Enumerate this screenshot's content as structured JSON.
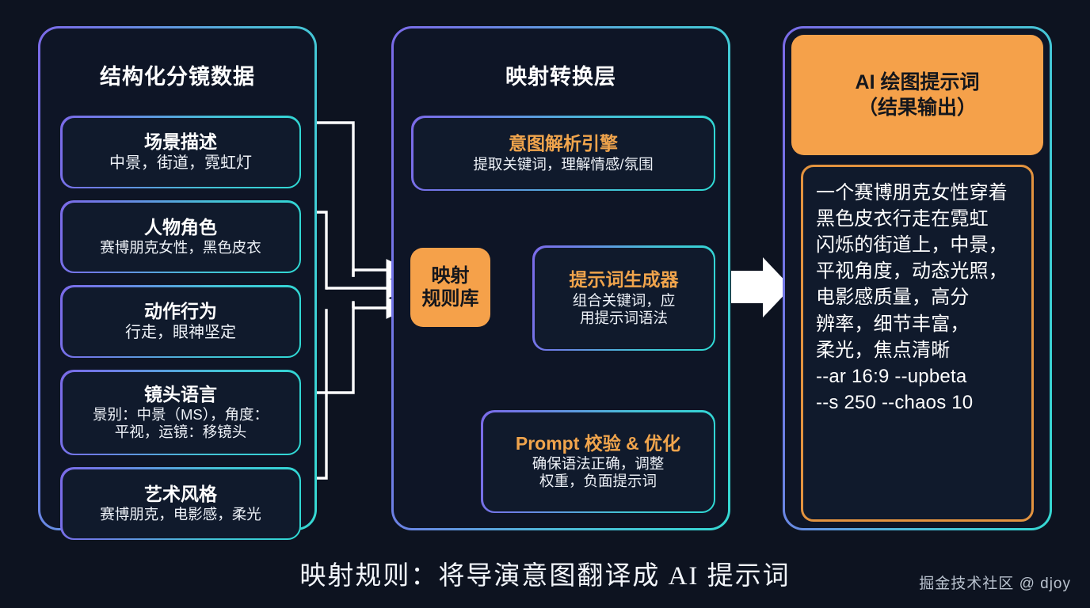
{
  "background_color": "#0d1320",
  "accent_orange": "#f5a14a",
  "accent_purple": "#7b6ae8",
  "accent_cyan": "#35d8d2",
  "left_panel": {
    "title": "结构化分镜数据",
    "cards": [
      {
        "title": "场景描述",
        "sub": "中景，街道，霓虹灯"
      },
      {
        "title": "人物角色",
        "sub": "赛博朋克女性，黑色皮衣"
      },
      {
        "title": "动作行为",
        "sub": "行走，眼神坚定"
      },
      {
        "title": "镜头语言",
        "sub": "景别：中景（MS），角度：\n平视，运镜：移镜头"
      },
      {
        "title": "艺术风格",
        "sub": "赛博朋克，电影感，柔光"
      }
    ]
  },
  "middle_panel": {
    "title": "映射转换层",
    "rule_box": {
      "line1": "映射",
      "line2": "规则库"
    },
    "cards": [
      {
        "title": "意图解析引擎",
        "sub": "提取关键词，理解情感/氛围"
      },
      {
        "title": "提示词生成器",
        "sub": "组合关键词，应\n用提示词语法"
      },
      {
        "title": "Prompt 校验 & 优化",
        "sub": "确保语法正确，调整\n权重，负面提示词"
      }
    ]
  },
  "right_panel": {
    "header_line1": "AI 绘图提示词",
    "header_line2": "（结果输出）",
    "output_text": "一个赛博朋克女性穿着\n黑色皮衣行走在霓虹\n闪烁的街道上，中景，\n平视角度，动态光照，\n电影感质量，高分\n辨率，细节丰富，\n柔光，焦点清晰\n --ar 16:9 --upbeta\n--s 250 --chaos 10"
  },
  "footer": {
    "caption": "映射规则：将导演意图翻译成 AI 提示词",
    "watermark": "掘金技术社区 @ djoy"
  }
}
